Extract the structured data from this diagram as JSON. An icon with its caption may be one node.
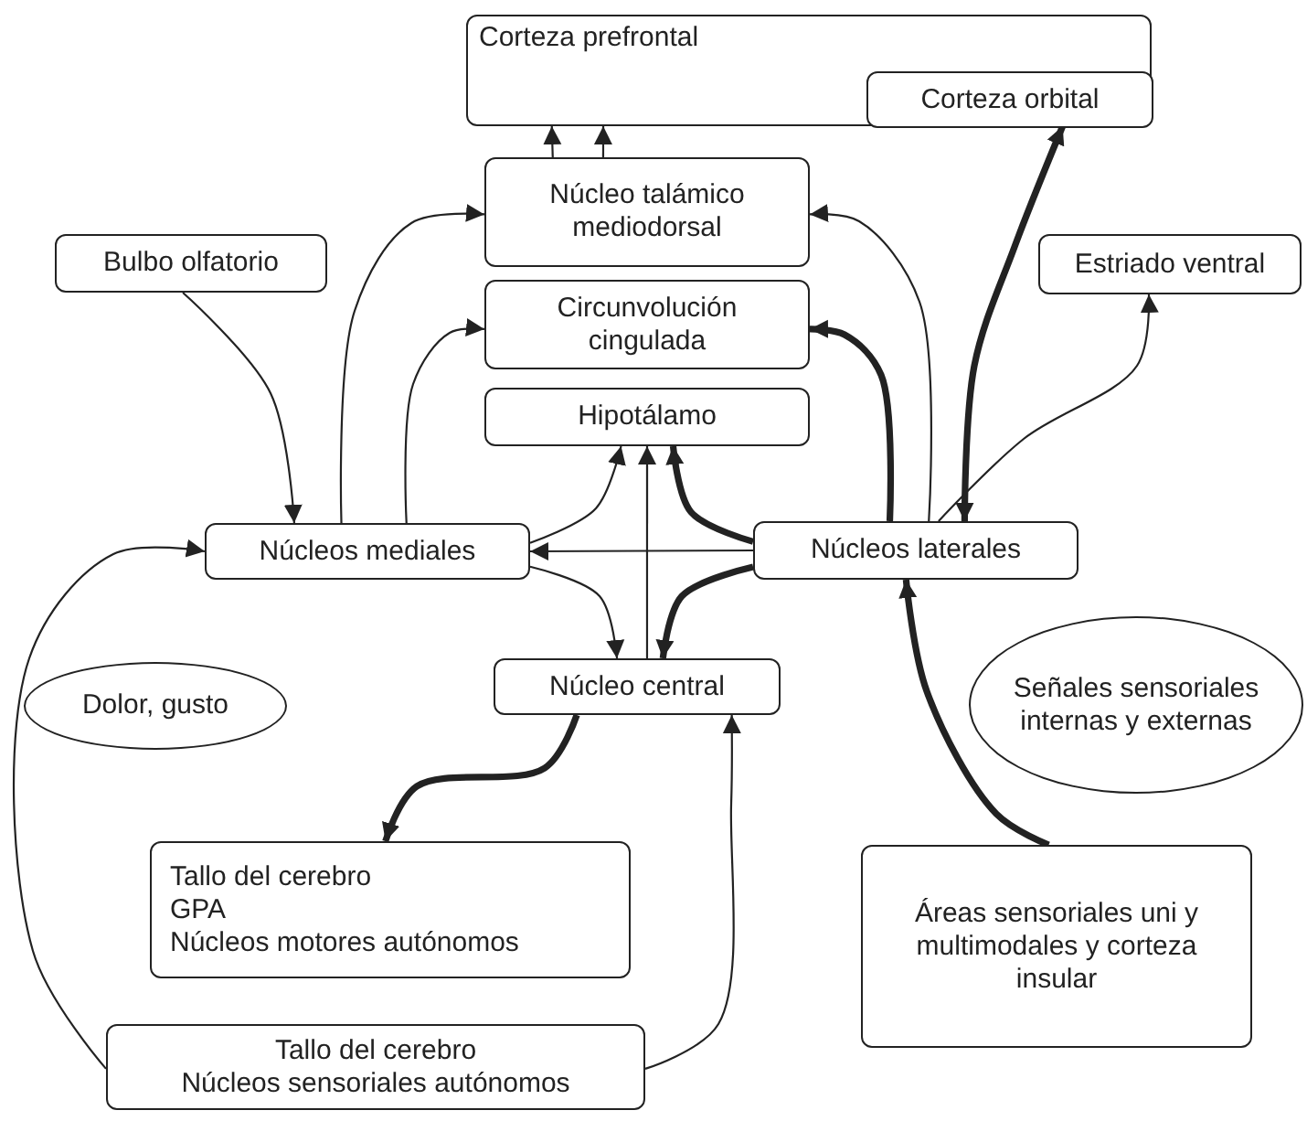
{
  "diagram": {
    "nodes": [
      {
        "text": [
          "Corteza prefrontal"
        ]
      },
      {
        "text": [
          "Corteza orbital"
        ],
        "in": 0
      },
      {
        "text": [
          "Núcleo talámico mediodorsal"
        ]
      },
      {
        "text": [
          "Bulbo olfatorio"
        ]
      },
      {
        "text": [
          "Estriado ventral"
        ]
      },
      {
        "text": [
          "Circunvolución cingulada"
        ]
      },
      {
        "text": [
          "Hipotálamo"
        ]
      },
      {
        "text": [
          "Núcleos mediales"
        ]
      },
      {
        "text": [
          "Núcleos laterales"
        ]
      },
      {
        "text": [
          "Dolor, gusto"
        ]
      },
      {
        "text": [
          "Núcleo central"
        ]
      },
      {
        "text": [
          "Señales sensoriales internas y externas"
        ]
      },
      {
        "text": [
          "Tallo del cerebro",
          "GPA",
          "Núcleos motores autónomos"
        ]
      },
      {
        "text": [
          "Áreas sensoriales uni y multimodales y corteza insular"
        ]
      },
      {
        "text": [
          "Tallo del cerebro",
          "Núcleos sensoriales autónomos"
        ]
      }
    ],
    "edges": [
      {
        "from": 2,
        "to": 0,
        "arrow": "to"
      },
      {
        "from": 2,
        "to": 0,
        "arrow": "to"
      },
      {
        "from": 8,
        "to": 1,
        "arrow": "both",
        "style": "thick"
      },
      {
        "from": 3,
        "to": 7,
        "arrow": "to"
      },
      {
        "from": 7,
        "to": 2,
        "arrow": "to"
      },
      {
        "from": 7,
        "to": 5,
        "arrow": "to"
      },
      {
        "from": 7,
        "to": 6,
        "arrow": "to"
      },
      {
        "from": 8,
        "to": 6,
        "arrow": "to",
        "style": "thick"
      },
      {
        "from": 10,
        "to": 6,
        "arrow": "to"
      },
      {
        "from": 8,
        "to": 7,
        "arrow": "to"
      },
      {
        "from": 7,
        "to": 10,
        "arrow": "to"
      },
      {
        "from": 8,
        "to": 10,
        "arrow": "to",
        "style": "thick"
      },
      {
        "from": 8,
        "to": 5,
        "arrow": "to",
        "style": "thick"
      },
      {
        "from": 8,
        "to": 2,
        "arrow": "to"
      },
      {
        "from": 8,
        "to": 4,
        "arrow": "to"
      },
      {
        "from": 13,
        "to": 8,
        "arrow": "to",
        "style": "thick"
      },
      {
        "from": 10,
        "to": 12,
        "arrow": "to",
        "style": "thick"
      },
      {
        "from": 14,
        "to": 7,
        "arrow": "to"
      },
      {
        "from": 14,
        "to": 10,
        "arrow": "to"
      }
    ]
  }
}
